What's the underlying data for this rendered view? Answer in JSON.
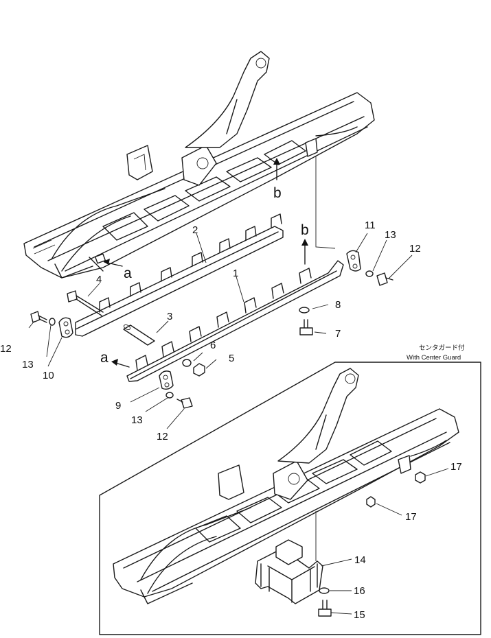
{
  "inset": {
    "note_jp": "センタガード付",
    "note_en": "With Center Guard"
  },
  "letters": {
    "a_left": "a",
    "a_top": "a",
    "b_top": "b",
    "b_arrow": "b"
  },
  "parts": {
    "p1": "1",
    "p2": "2",
    "p3": "3",
    "p4": "4",
    "p5": "5",
    "p6": "6",
    "p7": "7",
    "p8": "8",
    "p9": "9",
    "p10": "10",
    "p11": "11",
    "p12_right": "12",
    "p12_left": "12",
    "p12_bottom": "12",
    "p13_right": "13",
    "p13_left": "13",
    "p13_bottom": "13",
    "p14": "14",
    "p15": "15",
    "p16": "16",
    "p17_upper": "17",
    "p17_lower": "17"
  }
}
